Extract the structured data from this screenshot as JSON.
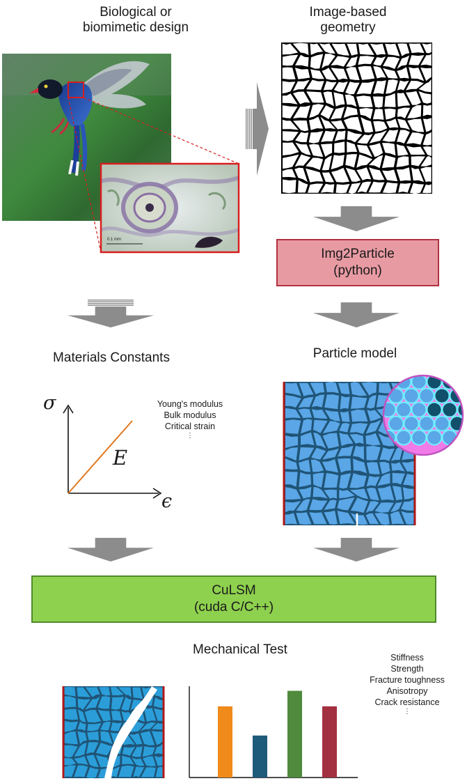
{
  "panels": {
    "bio_design": {
      "line1": "Biological or",
      "line2": "biomimetic design"
    },
    "image_geometry": {
      "line1": "Image-based",
      "line2": "geometry"
    },
    "materials_constants": {
      "title": "Materials Constants"
    },
    "particle_model": {
      "title": "Particle model"
    },
    "mechanical_test": {
      "title": "Mechanical Test"
    }
  },
  "boxes": {
    "img2particle": {
      "line1": "Img2Particle",
      "line2": "(python)",
      "fill": "#e89aa3",
      "border": "#b03040"
    },
    "culsm": {
      "line1": "CuLSM",
      "line2": "(cuda C/C++)",
      "fill": "#8ed14e",
      "border": "#4f8a2a"
    }
  },
  "micrograph": {
    "scale_label": "0.1 mm"
  },
  "stress_strain_plot": {
    "y_symbol": "σ",
    "x_symbol": "ϵ",
    "slope_symbol": "E",
    "line_color": "#e07820",
    "constants": [
      "Young's modulus",
      "Bulk modulus",
      "Critical strain",
      "⋮"
    ]
  },
  "chart_data": {
    "type": "bar",
    "categories": [
      "",
      "",
      "",
      ""
    ],
    "values": [
      0.78,
      0.46,
      0.95,
      0.78
    ],
    "colors": [
      "#ef8a1b",
      "#1e5a7a",
      "#4f8a3d",
      "#a33040"
    ],
    "ylim": [
      0,
      1
    ],
    "properties": [
      "Stiffness",
      "Strength",
      "Fracture toughness",
      "Anisotropy",
      "Crack resistance",
      "⋮"
    ]
  },
  "colors": {
    "arrow": "#8c8c8c",
    "particle_fill": "#5aa6e6",
    "particle_edge": "#1f5477",
    "frame_red": "#b01818"
  }
}
